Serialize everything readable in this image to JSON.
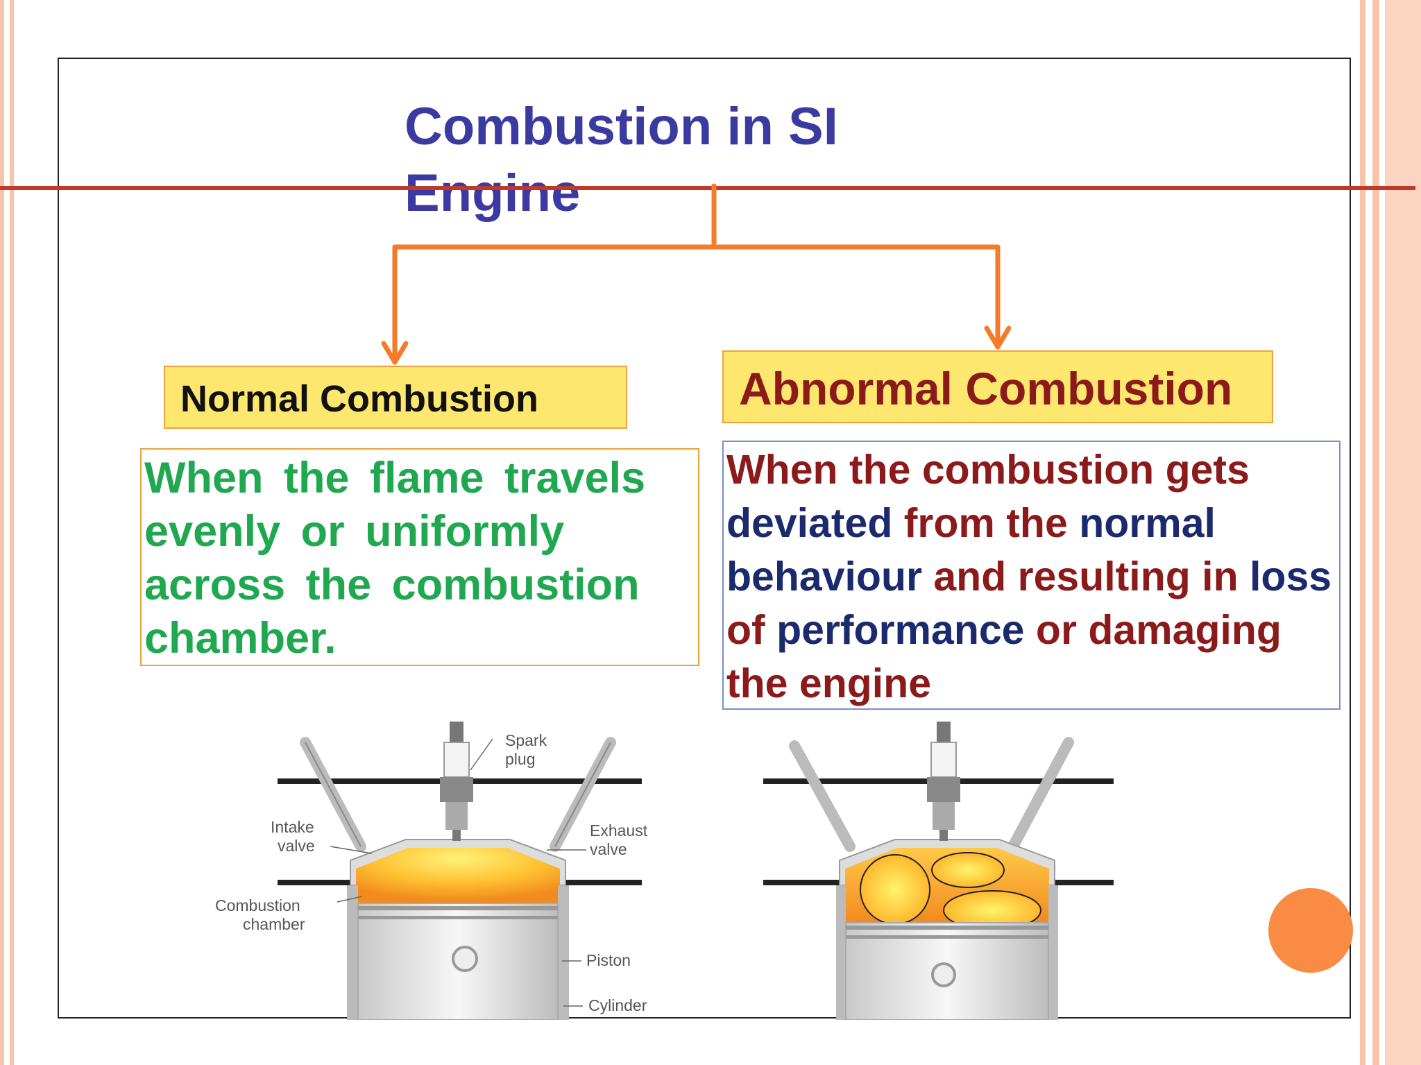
{
  "title": "Combustion in SI Engine",
  "normal": {
    "label": "Normal Combustion",
    "description": "When the flame travels evenly or uniformly across the combustion chamber."
  },
  "abnormal": {
    "label": "Abnormal Combustion",
    "description_parts": [
      "When the combustion gets",
      "deviated",
      "from the",
      "normal",
      "behaviour",
      "and resulting in",
      "loss",
      "of",
      "performance",
      "or",
      "damaging the engine"
    ]
  },
  "engine_labels": {
    "spark_plug_1": "Spark",
    "spark_plug_2": "plug",
    "intake_1": "Intake",
    "intake_2": "valve",
    "exhaust_1": "Exhaust",
    "exhaust_2": "valve",
    "combustion_1": "Combustion",
    "combustion_2": "chamber",
    "piston": "Piston",
    "cylinder": "Cylinder"
  },
  "colors": {
    "title": "#3a3aa0",
    "rule": "#c0392b",
    "connector": "#f57a2a",
    "normal_text": "#1fa850",
    "abnormal_maroon": "#8b1a1a",
    "abnormal_navy": "#1a2a6c",
    "label_fill": "#fde76e",
    "accent_dot": "#f98b42"
  }
}
